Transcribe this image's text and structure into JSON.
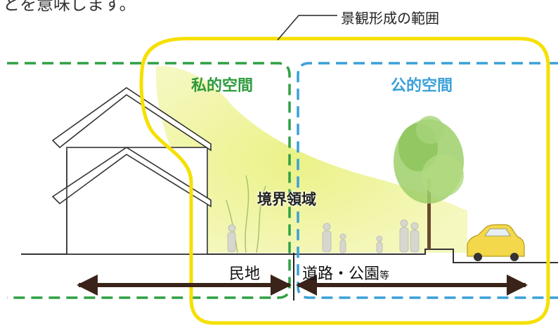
{
  "top_partial_text": "とを意味します。",
  "scope_label": "景観形成の範囲",
  "private_space_label": "私的空間",
  "public_space_label": "公的空間",
  "boundary_label": "境界領域",
  "private_land_label": "民地",
  "road_park_label": "道路・公園",
  "road_park_suffix": "等",
  "colors": {
    "scope_outline": "#f5e000",
    "private_dash": "#2ea044",
    "public_dash": "#3aa0d8",
    "arrow": "#3a2318",
    "glow": "#eef28a"
  }
}
